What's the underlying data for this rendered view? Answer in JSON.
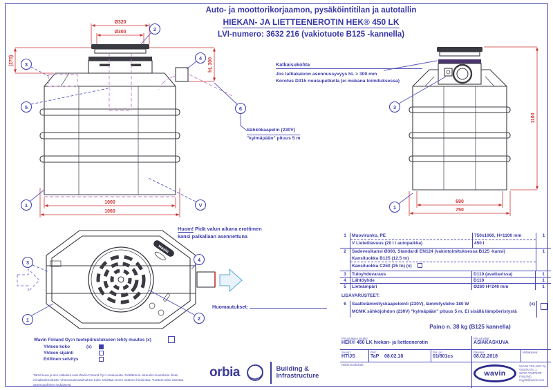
{
  "header": {
    "line1": "Auto- ja moottorikorjaamon, pysäköintitilan ja autotallin",
    "line2": "HIEKAN- JA LIETTEENEROTIN HEK®  450 LK",
    "line3": "LVI-numero: 3632 216 (vakiotuote B125 -kannella)"
  },
  "balloons": {
    "b1": "1",
    "b2": "2",
    "b3": "3",
    "b4": "4",
    "b5": "5",
    "b6": "6",
    "bv": "V"
  },
  "dims": {
    "d320": "Ø320",
    "d300": "Ø300",
    "h270": "(270)",
    "hl300": "hL 300",
    "w1000": "1000",
    "w1060": "1060",
    "h1100": "1100",
    "w690": "690",
    "w750": "750"
  },
  "notes": {
    "katkaisu_title": "Katkaisukohta",
    "katkaisu_line1": "Jos lattiakaivon asennussyvyys hL > 300 mm",
    "katkaisu_line2": "Korotus D315 nousuputkella (ei mukana toimituksessa)",
    "cable_line1": "Sähkökaapelin (230V)",
    "cable_line2": "\"kylmäpään\" pituus 5 m",
    "huom_label": "Huom!",
    "huom_line1": " Pidä valun aikana erottimen",
    "huom_line2": "kansi paikallaan asennettuna",
    "remarks_label": "Huomautukset:"
  },
  "plan_badge": "wavin",
  "parts_table": {
    "rows": {
      "r1": {
        "no": "1",
        "desc": "Muovirunko, PE",
        "spec": "750x1060, H=1100 mm",
        "qty": "1",
        "desc2": "V   Lietetilavuus (20 l / autopaikka)",
        "spec2": "450 l"
      },
      "r2": {
        "no": "2",
        "line1": "Sadevesikansi Ø300, Standardi EN124 (vakiotoimituksessa B125 -kansi)",
        "line2": "Kansiluokka B125 (12.5 tn)",
        "line3": "Kansiluokka C250 (25 tn) (x)",
        "qty": "1"
      },
      "r3": {
        "no": "3",
        "desc": "Tuloyhdevaraus",
        "spec": "D110 (avattavissa)",
        "qty": "1"
      },
      "r4": {
        "no": "4",
        "desc": "Lähtöyhde",
        "spec": "D110",
        "qty": "1"
      },
      "r5": {
        "no": "5",
        "desc": "Lieteämpäri",
        "spec": "Ø260 H=240 mm",
        "qty": "1"
      }
    }
  },
  "accessories": {
    "title": "LISÄVARUSTEET:",
    "no": "6",
    "line1": "Saattolämmityskaapelointi (230V), lämmitysteho 180 W",
    "mark": "(x)",
    "line2": "MCMK sähköjohdon (230V) \"kylmäpään\" pituus 5 m. Ei sisällä lämpöeristystä"
  },
  "weight": "Paino n. 38 kg (B125 kannella)",
  "revision_box": {
    "title": "Wavin Finland Oy:n tuotepiirustukseen tehty muutos (x)",
    "item1": "Yhteen koko",
    "item1_mark": "(x)",
    "item2": "Yhteen sijainti",
    "item3": "Erillinen selvitys"
  },
  "fine_print": "Tämä kuva ja sen ratkaisut ovat Wavin Finland Oy:n omaisuutta. Pidätämme oikeudet muutoksiin ilman ennakkoilmoitusta. Viranomaisvaatimukset tulee selvittää ennen tuotteen hankintaa. Tuotteet tulee asentaa asennusohjeen mukaisesti.",
  "title_block": {
    "content_label": "Piirustuksen sisältö:",
    "content": "HEK® 450 LK hiekan- ja lietteenerotin",
    "type_label": "Piirustuslaji:",
    "type": "ASIAKASKUVA",
    "designer_label": "Suunn:",
    "designer": "HT/JS",
    "drawn_label": "Piirt:",
    "drawn": "TaP    08.02.18",
    "number_label": "Piir. no:",
    "number": "01/801cs",
    "date_label": "Päiväys:",
    "date": "08.02.2018",
    "scale_label": "Mittakaava:",
    "site_label": "Rakennuskohde:",
    "logo": "wavin",
    "addr1": "WAVIN FINLAND Oy",
    "addr2": "VISIOKATU 1",
    "addr3": "33720 TAMPERE",
    "addr4": "FINLAND",
    "addr5": "myynti@wavin.com"
  },
  "footer": {
    "orbia": "orbia",
    "division1": "Building &",
    "division2": "Infrastructure"
  },
  "colors": {
    "blue": "#3b3baa",
    "red": "#cc3333",
    "magenta": "#c678cc",
    "dark": "#3a3a42"
  }
}
